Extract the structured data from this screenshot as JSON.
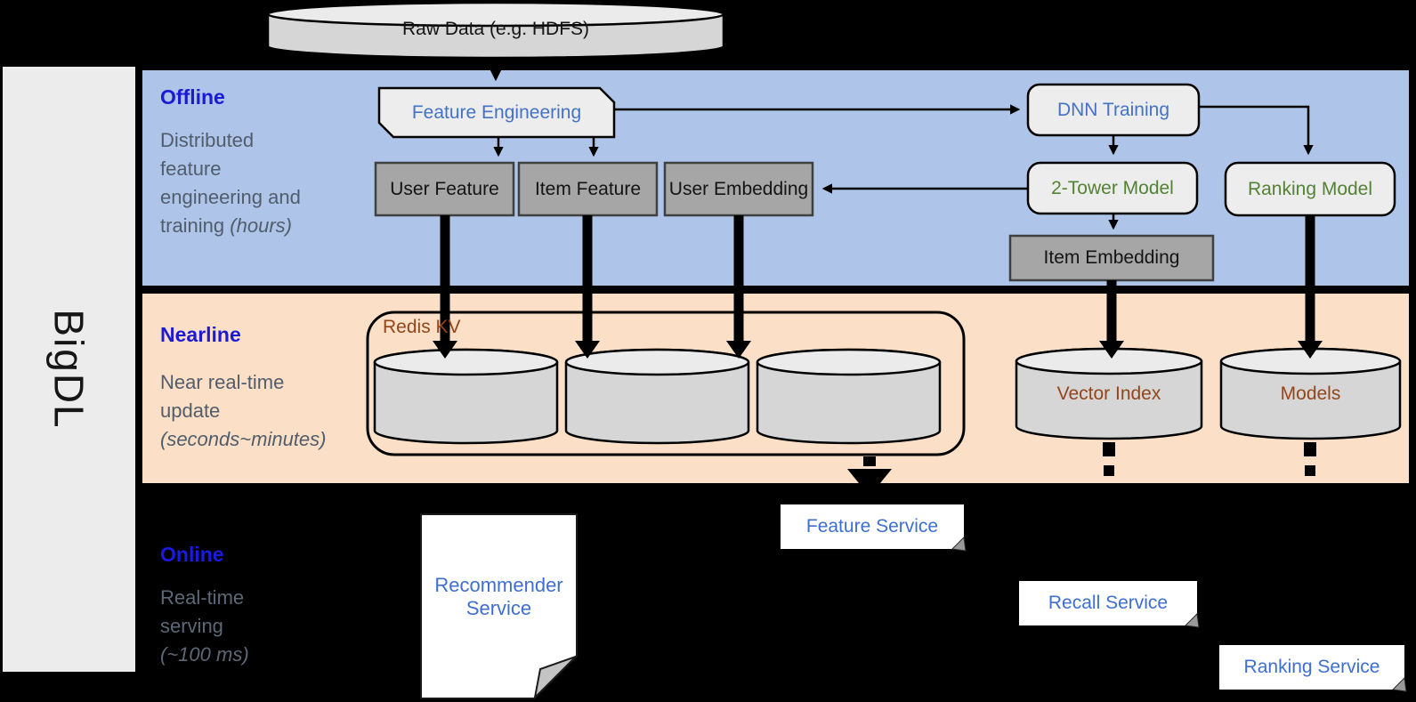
{
  "brand": {
    "name": "BigDL"
  },
  "sections": {
    "offline": {
      "label": "Offline",
      "desc1": "Distributed",
      "desc2": "feature",
      "desc3": "engineering and",
      "desc4": "training",
      "desc4_italic": "(hours)"
    },
    "nearline": {
      "label": "Nearline",
      "desc1": "Near real-time",
      "desc2": "update",
      "desc3_italic": "(seconds~minutes)"
    },
    "online": {
      "label": "Online",
      "desc1": "Real-time",
      "desc2": "serving",
      "desc3_italic": "(~100 ms)"
    }
  },
  "nodes": {
    "raw_data": "Raw Data (e.g. HDFS)",
    "feature_engineering": "Feature Engineering",
    "dnn_training": "DNN Training",
    "user_feature": "User Feature",
    "item_feature": "Item Feature",
    "user_embedding": "User Embedding",
    "two_tower_model": "2-Tower Model",
    "ranking_model": "Ranking Model",
    "item_embedding": "Item Embedding",
    "redis_kv": "Redis KV",
    "vector_index": "Vector Index",
    "models": "Models",
    "recommender_service_line1": "Recommender",
    "recommender_service_line2": "Service",
    "feature_service": "Feature Service",
    "recall_service": "Recall Service",
    "ranking_service": "Ranking Service"
  },
  "colors": {
    "offline_bg": "#aec4e8",
    "nearline_bg": "#fbdfc7",
    "section_label_blue": "#1b1bd6",
    "description_gray": "#515d6b",
    "node_blue": "#4472c4",
    "service_blue": "#3e6fd0",
    "model_green": "#548235",
    "store_brown": "#94451a",
    "gray_box_fill": "#a6a6a6",
    "light_box_fill": "#ededed",
    "cylinder_fill": "#d6d6d6"
  }
}
